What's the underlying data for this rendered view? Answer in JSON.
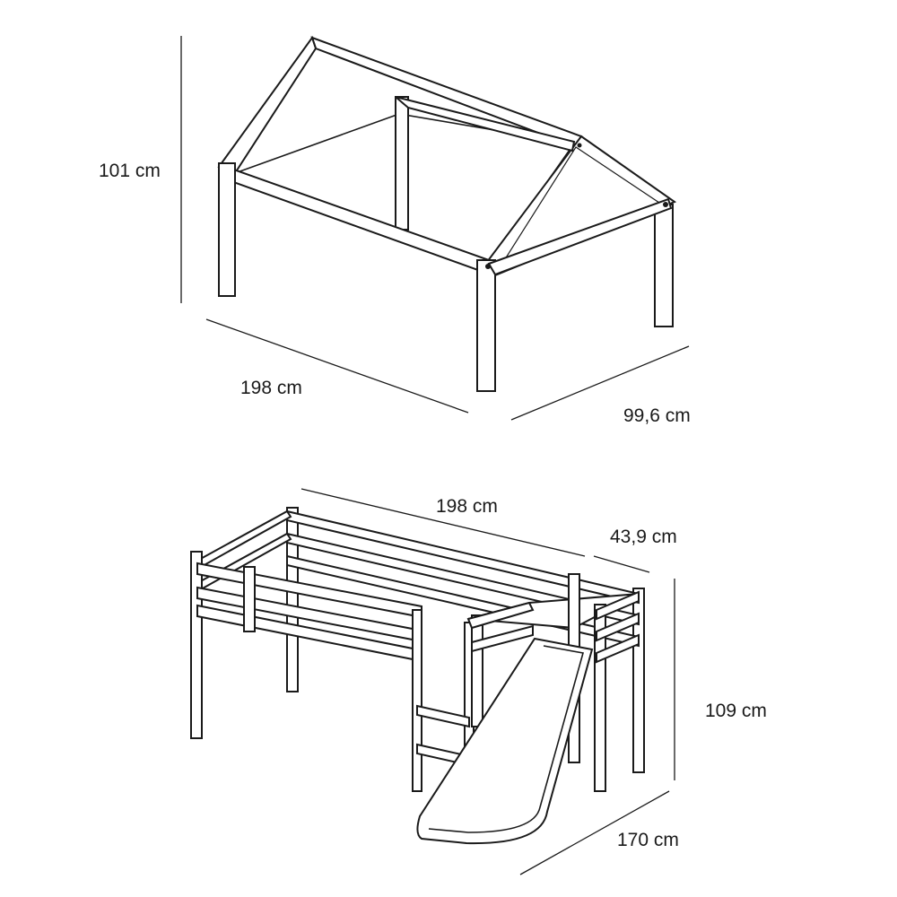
{
  "top_figure": {
    "height_label": "101 cm",
    "length_label": "198 cm",
    "depth_label": "99,6 cm"
  },
  "bottom_figure": {
    "length_label": "198 cm",
    "depth_label": "43,9 cm",
    "height_label": "109 cm",
    "width_label": "170 cm"
  }
}
